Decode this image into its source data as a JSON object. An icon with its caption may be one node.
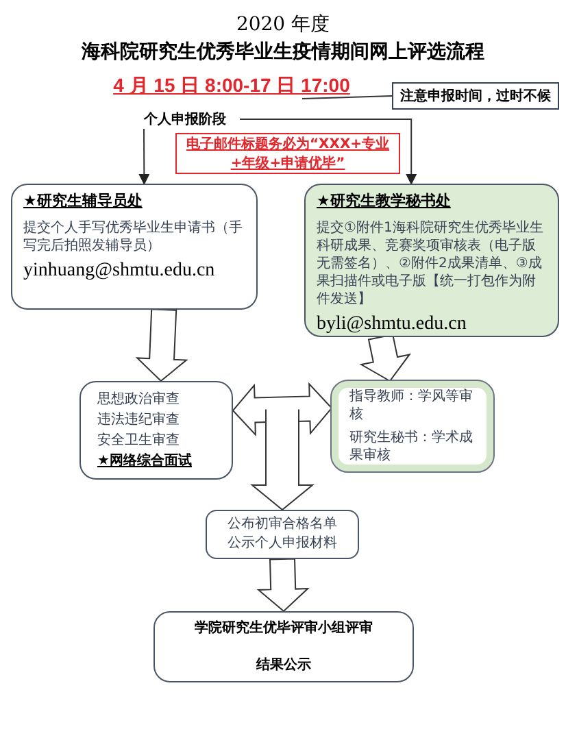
{
  "diagram": {
    "title": "海科院研究生优秀毕业生疫情期间网上评选流程",
    "nodes": [
      {
        "text": [
          "4 月 15 日 8:00-17 日 17:00"
        ]
      },
      {
        "text": [
          "注意申报时间，过时不候"
        ]
      },
      {
        "text": [
          "个人申报阶段"
        ]
      },
      {
        "text": [
          "电子邮件标题务必为“XXX+专业+年级+申请优毕”"
        ]
      },
      {
        "text": [
          "★研究生辅导员处",
          "提交个人手写优秀毕业生申请书（手写完后拍照发辅导员）",
          "yinhuang@shmtu.edu.cn"
        ]
      },
      {
        "text": [
          "★研究生教学秘书处",
          "提交①附件1海科院研究生优秀毕业生科研成果、竞赛奖项审核表（电子版无需签名）、②附件2成果清单、③成果扫描件或电子版【统一打包作为附件发送】",
          "byli@shmtu.edu.cn"
        ]
      },
      {
        "text": [
          "思想政治审查",
          "违法违纪审查",
          "安全卫生审查",
          "★网络综合面试"
        ]
      },
      {
        "text": [
          "指导教师：学风等审核",
          "研究生秘书：学术成果审核"
        ]
      },
      {
        "text": [
          "公布初审合格名单",
          "公示个人申报材料"
        ]
      },
      {
        "text": [
          "学院研究生优毕评审小组评审",
          "结果公示"
        ]
      }
    ],
    "edges": [
      {
        "from": 1,
        "to": 0,
        "arrow": "none"
      },
      {
        "from": 2,
        "to": 4,
        "arrow": "to"
      },
      {
        "from": 2,
        "to": 5,
        "arrow": "to"
      },
      {
        "from": 4,
        "to": 6,
        "arrow": "to"
      },
      {
        "from": 5,
        "to": 7,
        "arrow": "to"
      },
      {
        "from": 6,
        "to": 7,
        "arrow": "both"
      },
      {
        "from": 6,
        "to": 8,
        "arrow": "to"
      },
      {
        "from": 7,
        "to": 8,
        "arrow": "to"
      },
      {
        "from": 8,
        "to": 9,
        "arrow": "to"
      }
    ],
    "labels": [
      "2020 年度"
    ]
  }
}
